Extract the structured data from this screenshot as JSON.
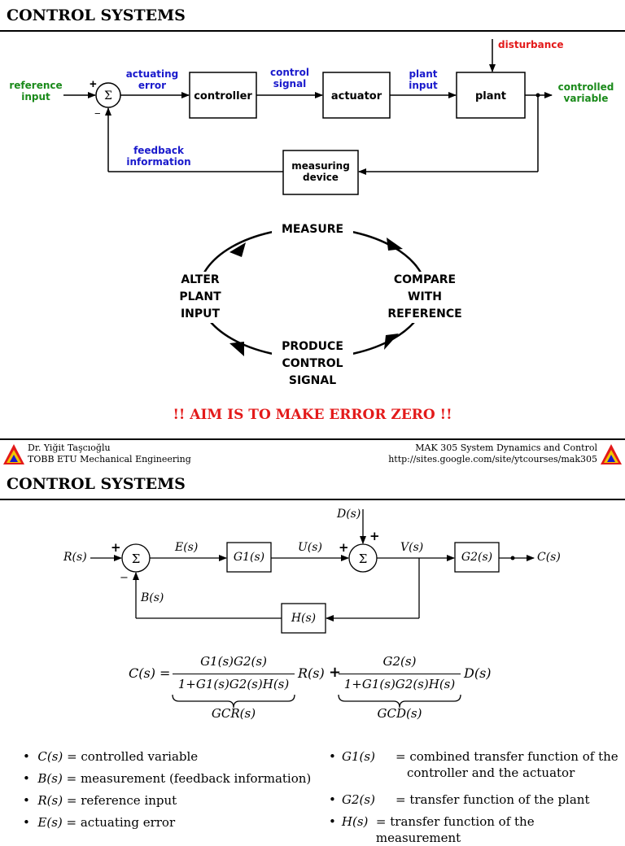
{
  "slide1": {
    "title": "CONTROL SYSTEMS",
    "diagram": {
      "reference_input": [
        "reference",
        "input"
      ],
      "plus": "+",
      "minus": "−",
      "sum": "Σ",
      "actuating_error": [
        "actuating",
        "error"
      ],
      "controller": "controller",
      "control_signal": [
        "control",
        "signal"
      ],
      "actuator": "actuator",
      "plant_input": [
        "plant",
        "input"
      ],
      "plant": "plant",
      "disturbance": "disturbance",
      "controlled_variable": [
        "controlled",
        "variable"
      ],
      "feedback_information": [
        "feedback",
        "information"
      ],
      "measuring_device": [
        "measuring",
        "device"
      ]
    },
    "cycle": {
      "measure": "MEASURE",
      "compare": [
        "COMPARE",
        "WITH",
        "REFERENCE"
      ],
      "produce": [
        "PRODUCE",
        "CONTROL",
        "SIGNAL"
      ],
      "alter": [
        "ALTER",
        "PLANT",
        "INPUT"
      ]
    },
    "aim": "!! AIM IS TO MAKE ERROR ZERO !!"
  },
  "footer": {
    "author": "Dr. Yiğit Taşcıoğlu",
    "dept": "TOBB ETU Mechanical Engineering",
    "course": "MAK 305 System Dynamics and Control",
    "url": "http://sites.google.com/site/ytcourses/mak305"
  },
  "slide2": {
    "title": "CONTROL SYSTEMS",
    "diagram": {
      "R": "R(s)",
      "E": "E(s)",
      "G1": "G1(s)",
      "U": "U(s)",
      "D": "D(s)",
      "V": "V(s)",
      "G2": "G2(s)",
      "C": "C(s)",
      "B": "B(s)",
      "H": "H(s)",
      "sum": "Σ",
      "plus": "+",
      "minus": "−"
    },
    "equation": {
      "lhs": "C(s) =",
      "num1": "G1(s)G2(s)",
      "den1": "1+G1(s)G2(s)H(s)",
      "mult1": "R(s)",
      "plus": "+",
      "num2": "G2(s)",
      "den2": "1+G1(s)G2(s)H(s)",
      "mult2": "D(s)",
      "brace1": "GCR(s)",
      "brace2": "GCD(s)"
    },
    "defs_left": [
      {
        "sym": "C(s)",
        "text": "= controlled variable"
      },
      {
        "sym": "B(s)",
        "text": "= measurement (feedback information)"
      },
      {
        "sym": "R(s)",
        "text": "= reference input"
      },
      {
        "sym": "E(s)",
        "text": "= actuating error"
      }
    ],
    "defs_right": [
      {
        "sym": "G1(s)",
        "text": "= combined transfer function of the",
        "text2": "controller and the actuator"
      },
      {
        "sym": "G2(s)",
        "text": "= transfer function of the plant"
      },
      {
        "sym": "H(s)",
        "text": "= transfer function of the measurement"
      }
    ]
  },
  "colors": {
    "green": "#1a8a1a",
    "blue": "#1a1acc",
    "red": "#e31a1a"
  }
}
